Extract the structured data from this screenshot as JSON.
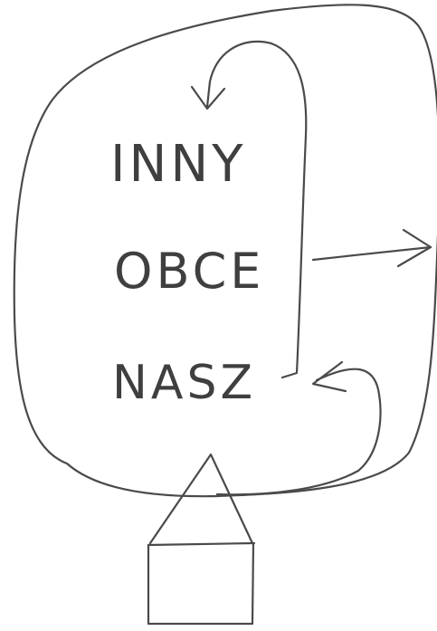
{
  "words": {
    "top": "INNY",
    "middle": "OBCE",
    "bottom": "NASZ"
  },
  "colors": {
    "ink": "#4a4a4a",
    "paper": "#ffffff"
  },
  "icons": {
    "house": "house-icon",
    "arrow_out": "arrow-right-icon",
    "arrow_back": "arrow-left-icon",
    "arrow_down": "arrow-down-icon"
  }
}
